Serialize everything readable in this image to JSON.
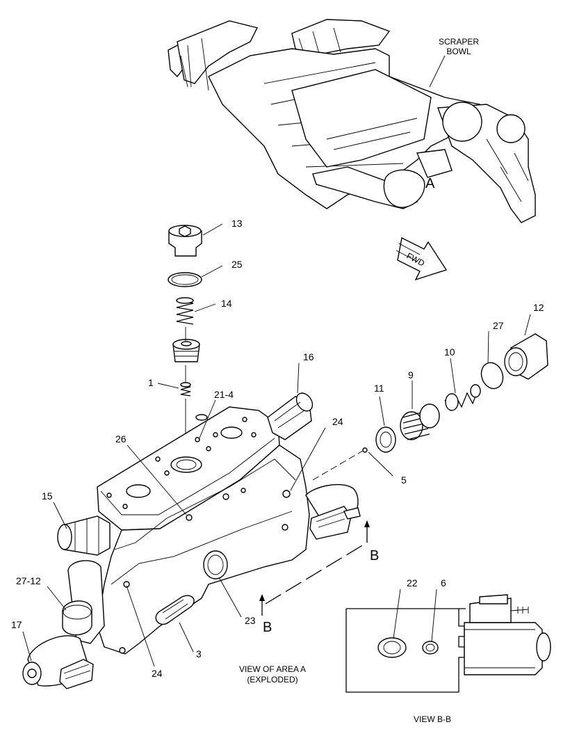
{
  "diagram": {
    "scraper_label_line1": "SCRAPER",
    "scraper_label_line2": "BOWL",
    "area_marker": "A",
    "fwd_label": "FWD",
    "section_b_top": "B",
    "section_b_bottom": "B",
    "view_area_line1": "VIEW OF AREA A",
    "view_area_line2": "(EXPLODED)",
    "view_bb": "VIEW B-B",
    "callouts": {
      "c13": "13",
      "c25": "25",
      "c14": "14",
      "c1": "1",
      "c21_4": "21-4",
      "c16": "16",
      "c26": "26",
      "c24_top": "24",
      "c11": "11",
      "c9": "9",
      "c10": "10",
      "c27": "27",
      "c12": "12",
      "c5": "5",
      "c15": "15",
      "c27_12": "27-12",
      "c17": "17",
      "c23": "23",
      "c3": "3",
      "c24_bottom": "24",
      "c22": "22",
      "c6": "6"
    }
  }
}
